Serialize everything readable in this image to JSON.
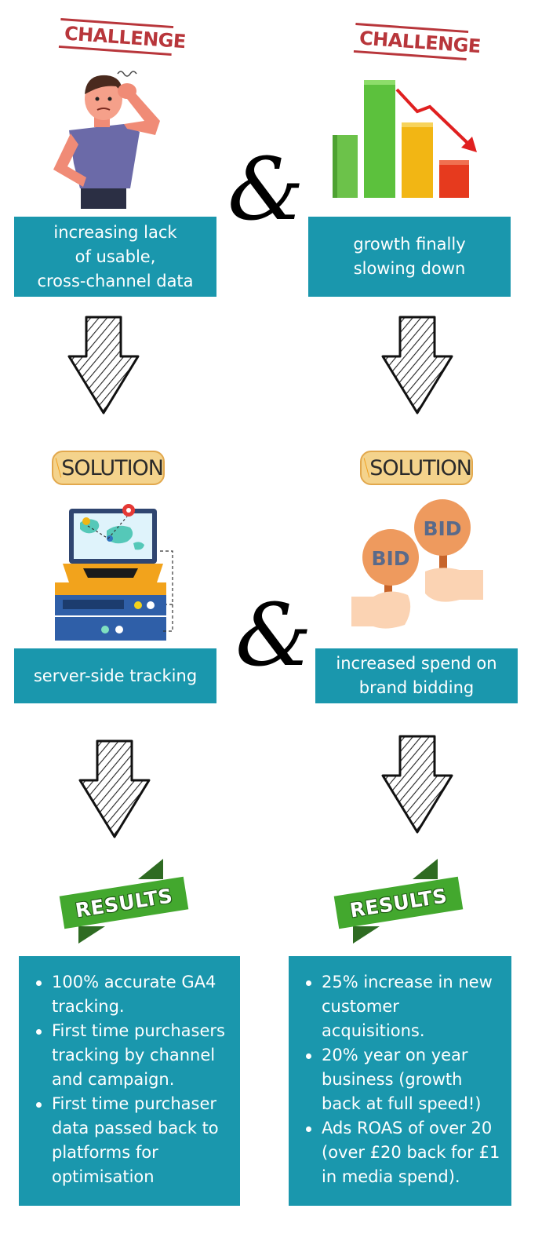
{
  "left_column": {
    "challenge_stamp": "CHALLENGE",
    "challenge_text": [
      "increasing lack",
      "of usable,",
      "cross-channel data"
    ],
    "solution_badge": "SOLUTION",
    "solution_text": "server-side tracking",
    "results_banner": "RESULTS",
    "results": [
      "100% accurate GA4 tracking.",
      "First time purchasers tracking by channel and campaign.",
      "First time purchaser data passed back to platforms for optimisation"
    ]
  },
  "right_column": {
    "challenge_stamp": "CHALLENGE",
    "challenge_text": [
      "growth finally",
      "slowing down"
    ],
    "solution_badge": "SOLUTION",
    "solution_text": [
      "increased spend on",
      "brand bidding"
    ],
    "paddle_labels": [
      "BID",
      "BID"
    ],
    "results_banner": "RESULTS",
    "results": [
      "25% increase in new customer acquisitions.",
      "20% year on year business (growth back at full speed!)",
      "Ads ROAS of over 20 (over £20 back for £1 in media spend)."
    ]
  },
  "connector": "&",
  "colors": {
    "teal": "#1a97ad",
    "stamp_red": "#b3262b",
    "results_green": "#43a82e",
    "solution_gold": "#f4d38c"
  }
}
